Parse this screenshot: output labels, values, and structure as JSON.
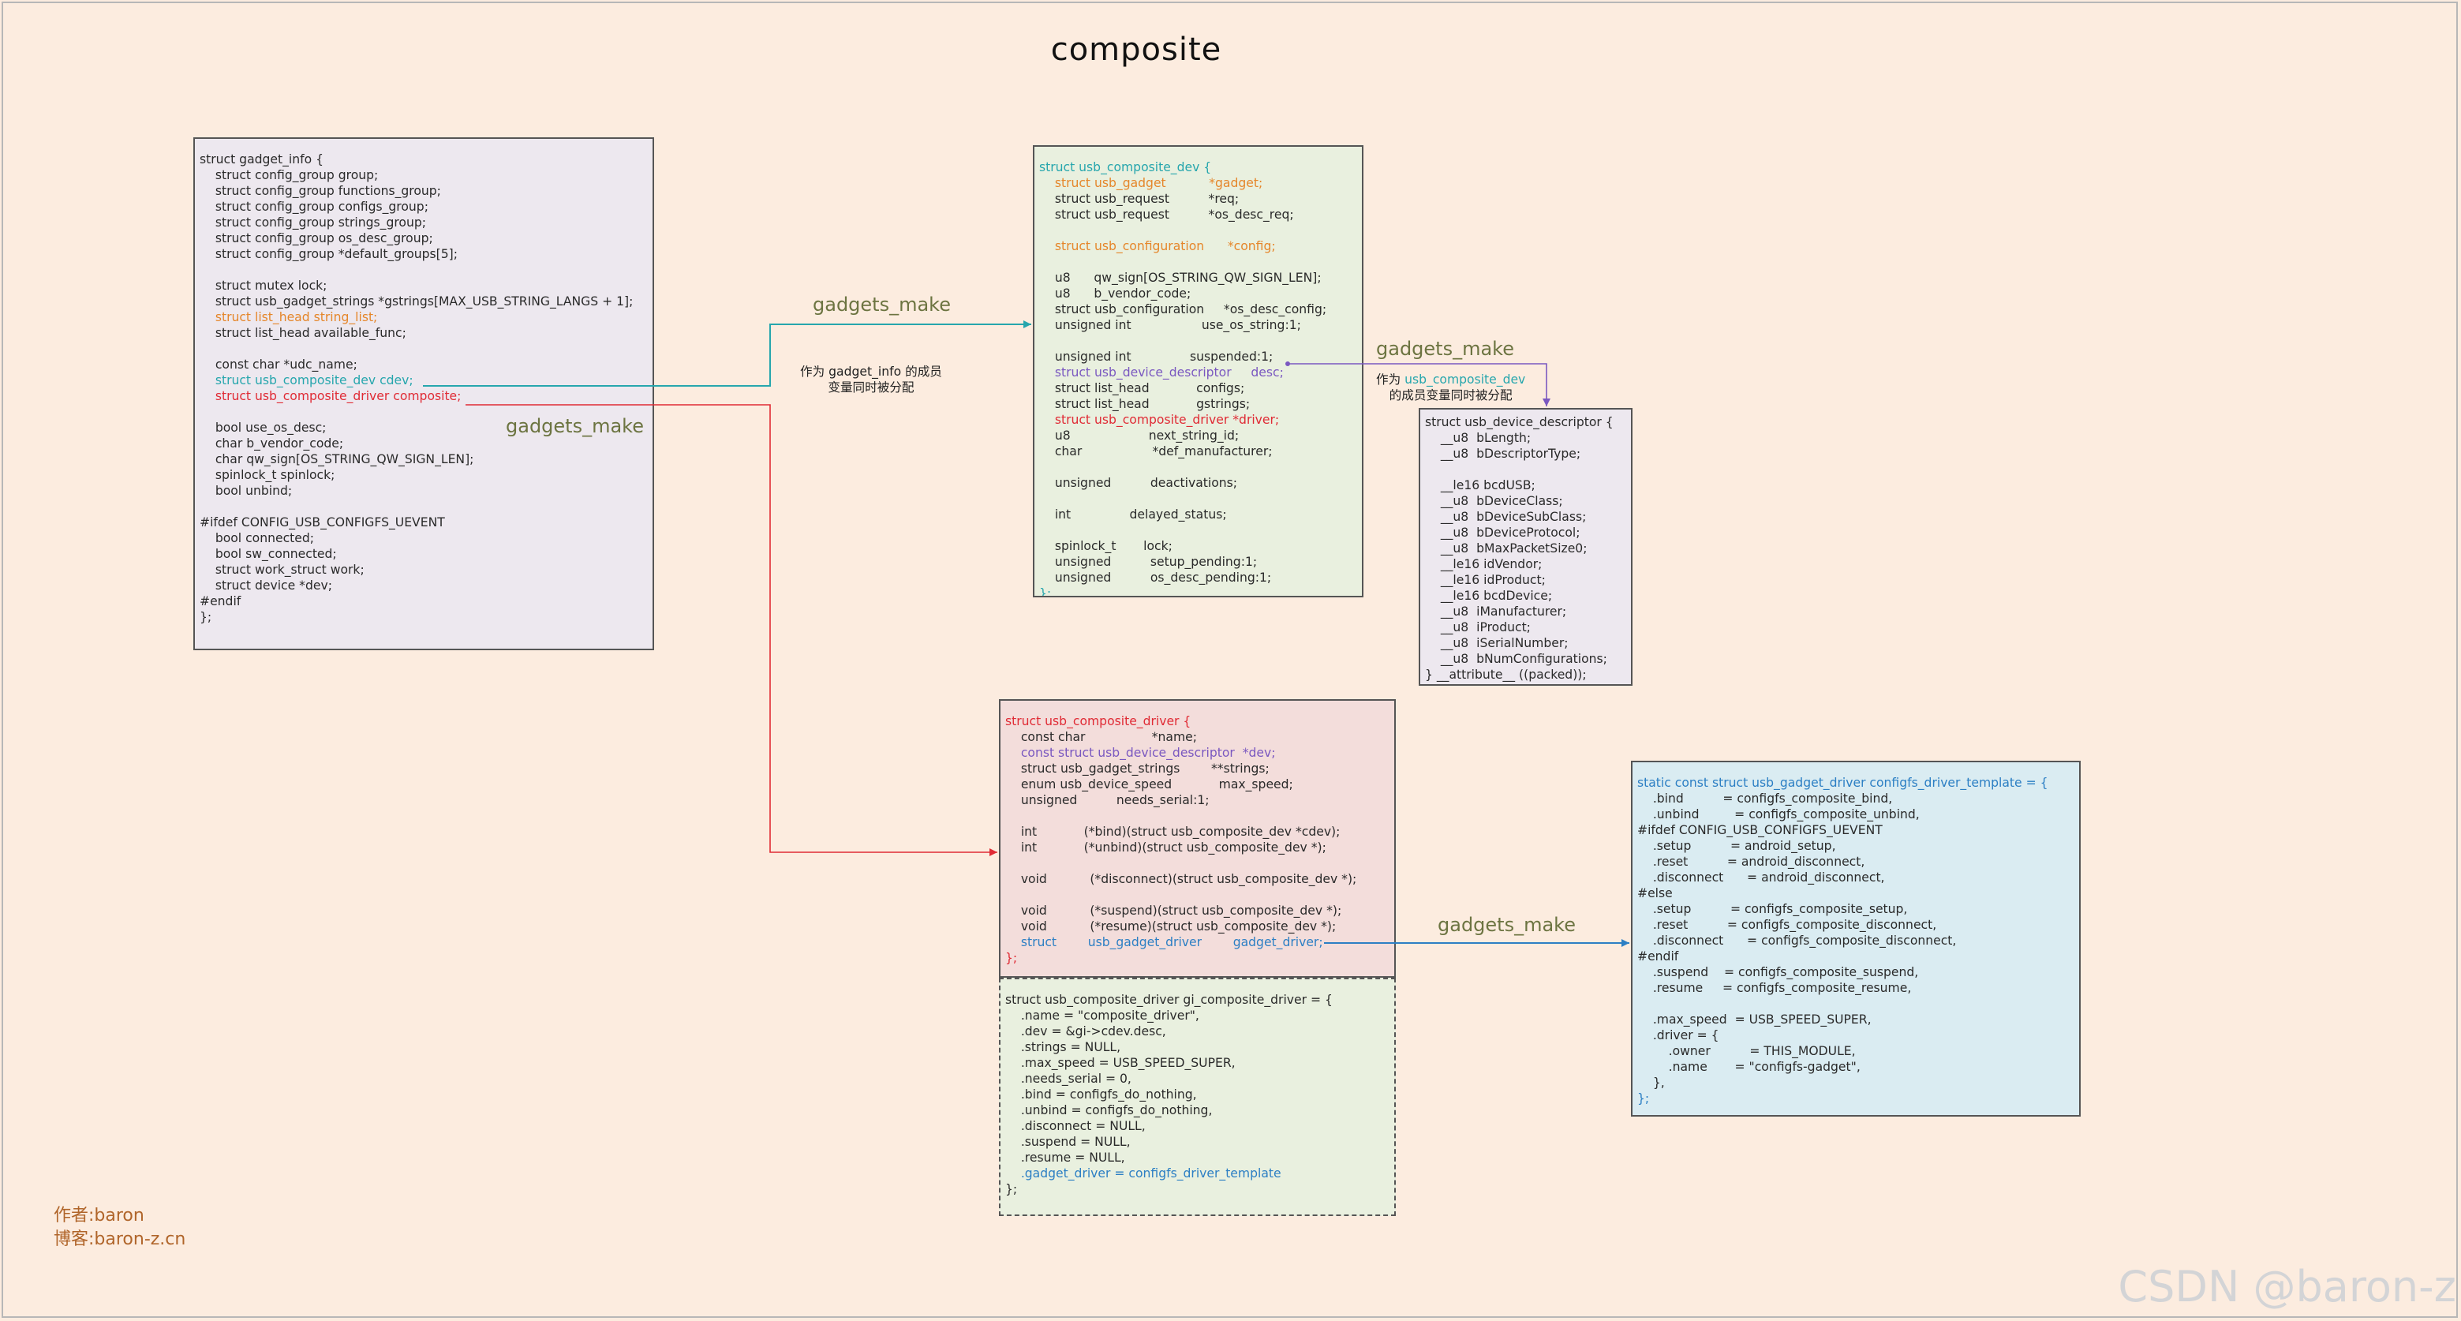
{
  "diagram": {
    "title": "composite",
    "author_line1": "作者:baron",
    "author_line2": "博客:baron-z.cn",
    "watermark": "CSDN @baron-z",
    "colors": {
      "background": "#fcecdf",
      "teal": "#26a6ad",
      "red": "#e02b35",
      "orange": "#e5862a",
      "purple": "#7a58c0",
      "blue": "#2c7fc4",
      "green": "#2f8f3a"
    },
    "edge_labels": [
      "gadgets_make",
      "gadgets_make",
      "gadgets_make",
      "gadgets_make"
    ],
    "notes": {
      "gadget_info_member": [
        "作为 gadget_info 的成员",
        "变量同时被分配"
      ],
      "composite_dev_member_prefix": "作为 ",
      "composite_dev_member_name": "usb_composite_dev",
      "composite_dev_member_line2": "的成员变量同时被分配"
    },
    "nodes": {
      "gadget_info": {
        "lines": [
          {
            "t": "struct gadget_info {",
            "c": "black"
          },
          {
            "t": "    struct config_group group;",
            "c": "black"
          },
          {
            "t": "    struct config_group functions_group;",
            "c": "black"
          },
          {
            "t": "    struct config_group configs_group;",
            "c": "black"
          },
          {
            "t": "    struct config_group strings_group;",
            "c": "black"
          },
          {
            "t": "    struct config_group os_desc_group;",
            "c": "black"
          },
          {
            "t": "    struct config_group *default_groups[5];",
            "c": "black"
          },
          {
            "t": "",
            "c": "black"
          },
          {
            "t": "    struct mutex lock;",
            "c": "black"
          },
          {
            "t": "    struct usb_gadget_strings *gstrings[MAX_USB_STRING_LANGS + 1];",
            "c": "black"
          },
          {
            "t": "    struct list_head string_list;",
            "c": "orange"
          },
          {
            "t": "    struct list_head available_func;",
            "c": "black"
          },
          {
            "t": "",
            "c": "black"
          },
          {
            "t": "    const char *udc_name;",
            "c": "black"
          },
          {
            "t": "    struct usb_composite_dev cdev;",
            "c": "teal"
          },
          {
            "t": "    struct usb_composite_driver composite;",
            "c": "red"
          },
          {
            "t": "",
            "c": "black"
          },
          {
            "t": "    bool use_os_desc;",
            "c": "black"
          },
          {
            "t": "    char b_vendor_code;",
            "c": "black"
          },
          {
            "t": "    char qw_sign[OS_STRING_QW_SIGN_LEN];",
            "c": "black"
          },
          {
            "t": "    spinlock_t spinlock;",
            "c": "black"
          },
          {
            "t": "    bool unbind;",
            "c": "black"
          },
          {
            "t": "",
            "c": "black"
          },
          {
            "t": "#ifdef CONFIG_USB_CONFIGFS_UEVENT",
            "c": "black"
          },
          {
            "t": "    bool connected;",
            "c": "black"
          },
          {
            "t": "    bool sw_connected;",
            "c": "black"
          },
          {
            "t": "    struct work_struct work;",
            "c": "black"
          },
          {
            "t": "    struct device *dev;",
            "c": "black"
          },
          {
            "t": "#endif",
            "c": "black"
          },
          {
            "t": "};",
            "c": "black"
          }
        ]
      },
      "usb_composite_dev": {
        "lines": [
          {
            "t": "struct usb_composite_dev {",
            "c": "teal"
          },
          {
            "t": "    struct usb_gadget           *gadget;",
            "c": "orange"
          },
          {
            "t": "    struct usb_request          *req;",
            "c": "black"
          },
          {
            "t": "    struct usb_request          *os_desc_req;",
            "c": "black"
          },
          {
            "t": "",
            "c": "black"
          },
          {
            "t": "    struct usb_configuration      *config;",
            "c": "orange"
          },
          {
            "t": "",
            "c": "black"
          },
          {
            "t": "    u8      qw_sign[OS_STRING_QW_SIGN_LEN];",
            "c": "black"
          },
          {
            "t": "    u8      b_vendor_code;",
            "c": "black"
          },
          {
            "t": "    struct usb_configuration     *os_desc_config;",
            "c": "black"
          },
          {
            "t": "    unsigned int                  use_os_string:1;",
            "c": "black"
          },
          {
            "t": "",
            "c": "black"
          },
          {
            "t": "    unsigned int               suspended:1;",
            "c": "black"
          },
          {
            "t": "    struct usb_device_descriptor     desc;",
            "c": "purple"
          },
          {
            "t": "    struct list_head            configs;",
            "c": "black"
          },
          {
            "t": "    struct list_head            gstrings;",
            "c": "black"
          },
          {
            "t": "    struct usb_composite_driver *driver;",
            "c": "red"
          },
          {
            "t": "    u8                    next_string_id;",
            "c": "black"
          },
          {
            "t": "    char                  *def_manufacturer;",
            "c": "black"
          },
          {
            "t": "",
            "c": "black"
          },
          {
            "t": "    unsigned          deactivations;",
            "c": "black"
          },
          {
            "t": "",
            "c": "black"
          },
          {
            "t": "    int               delayed_status;",
            "c": "black"
          },
          {
            "t": "",
            "c": "black"
          },
          {
            "t": "    spinlock_t       lock;",
            "c": "black"
          },
          {
            "t": "    unsigned          setup_pending:1;",
            "c": "black"
          },
          {
            "t": "    unsigned          os_desc_pending:1;",
            "c": "black"
          },
          {
            "t": "};",
            "c": "teal"
          }
        ]
      },
      "usb_device_descriptor": {
        "lines": [
          {
            "t": "struct usb_device_descriptor {",
            "c": "black"
          },
          {
            "t": "    __u8  bLength;",
            "c": "black"
          },
          {
            "t": "    __u8  bDescriptorType;",
            "c": "black"
          },
          {
            "t": "",
            "c": "black"
          },
          {
            "t": "    __le16 bcdUSB;",
            "c": "black"
          },
          {
            "t": "    __u8  bDeviceClass;",
            "c": "black"
          },
          {
            "t": "    __u8  bDeviceSubClass;",
            "c": "black"
          },
          {
            "t": "    __u8  bDeviceProtocol;",
            "c": "black"
          },
          {
            "t": "    __u8  bMaxPacketSize0;",
            "c": "black"
          },
          {
            "t": "    __le16 idVendor;",
            "c": "black"
          },
          {
            "t": "    __le16 idProduct;",
            "c": "black"
          },
          {
            "t": "    __le16 bcdDevice;",
            "c": "black"
          },
          {
            "t": "    __u8  iManufacturer;",
            "c": "black"
          },
          {
            "t": "    __u8  iProduct;",
            "c": "black"
          },
          {
            "t": "    __u8  iSerialNumber;",
            "c": "black"
          },
          {
            "t": "    __u8  bNumConfigurations;",
            "c": "black"
          },
          {
            "t": "} __attribute__ ((packed));",
            "c": "black"
          }
        ]
      },
      "usb_composite_driver": {
        "lines": [
          {
            "t": "struct usb_composite_driver {",
            "c": "red"
          },
          {
            "t": "    const char                 *name;",
            "c": "black"
          },
          {
            "t": "    const struct usb_device_descriptor  *dev;",
            "c": "purple"
          },
          {
            "t": "    struct usb_gadget_strings        **strings;",
            "c": "black"
          },
          {
            "t": "    enum usb_device_speed            max_speed;",
            "c": "black"
          },
          {
            "t": "    unsigned          needs_serial:1;",
            "c": "black"
          },
          {
            "t": "",
            "c": "black"
          },
          {
            "t": "    int            (*bind)(struct usb_composite_dev *cdev);",
            "c": "black"
          },
          {
            "t": "    int            (*unbind)(struct usb_composite_dev *);",
            "c": "black"
          },
          {
            "t": "",
            "c": "black"
          },
          {
            "t": "    void           (*disconnect)(struct usb_composite_dev *);",
            "c": "black"
          },
          {
            "t": "",
            "c": "black"
          },
          {
            "t": "    void           (*suspend)(struct usb_composite_dev *);",
            "c": "black"
          },
          {
            "t": "    void           (*resume)(struct usb_composite_dev *);",
            "c": "black"
          },
          {
            "t": "    struct        usb_gadget_driver        gadget_driver;",
            "c": "blue"
          },
          {
            "t": "};",
            "c": "red"
          }
        ]
      },
      "gi_composite_driver": {
        "lines": [
          {
            "t": "struct usb_composite_driver gi_composite_driver = {",
            "c": "black"
          },
          {
            "t": "    .name = \"composite_driver\",",
            "c": "black"
          },
          {
            "t": "    .dev = &gi->cdev.desc,",
            "c": "black"
          },
          {
            "t": "    .strings = NULL,",
            "c": "black"
          },
          {
            "t": "    .max_speed = USB_SPEED_SUPER,",
            "c": "black"
          },
          {
            "t": "    .needs_serial = 0,",
            "c": "black"
          },
          {
            "t": "    .bind = configfs_do_nothing,",
            "c": "black"
          },
          {
            "t": "    .unbind = configfs_do_nothing,",
            "c": "black"
          },
          {
            "t": "    .disconnect = NULL,",
            "c": "black"
          },
          {
            "t": "    .suspend = NULL,",
            "c": "black"
          },
          {
            "t": "    .resume = NULL,",
            "c": "black"
          },
          {
            "t": "    .gadget_driver = configfs_driver_template",
            "c": "blue"
          },
          {
            "t": "};",
            "c": "black"
          }
        ]
      },
      "configfs_driver_template": {
        "lines": [
          {
            "t": "static const struct usb_gadget_driver configfs_driver_template = {",
            "c": "blue"
          },
          {
            "t": "    .bind          = configfs_composite_bind,",
            "c": "black"
          },
          {
            "t": "    .unbind         = configfs_composite_unbind,",
            "c": "black"
          },
          {
            "t": "#ifdef CONFIG_USB_CONFIGFS_UEVENT",
            "c": "black"
          },
          {
            "t": "    .setup          = android_setup,",
            "c": "black"
          },
          {
            "t": "    .reset          = android_disconnect,",
            "c": "black"
          },
          {
            "t": "    .disconnect      = android_disconnect,",
            "c": "black"
          },
          {
            "t": "#else",
            "c": "black"
          },
          {
            "t": "    .setup          = configfs_composite_setup,",
            "c": "black"
          },
          {
            "t": "    .reset          = configfs_composite_disconnect,",
            "c": "black"
          },
          {
            "t": "    .disconnect      = configfs_composite_disconnect,",
            "c": "black"
          },
          {
            "t": "#endif",
            "c": "black"
          },
          {
            "t": "    .suspend    = configfs_composite_suspend,",
            "c": "black"
          },
          {
            "t": "    .resume     = configfs_composite_resume,",
            "c": "black"
          },
          {
            "t": "",
            "c": "black"
          },
          {
            "t": "    .max_speed  = USB_SPEED_SUPER,",
            "c": "black"
          },
          {
            "t": "    .driver = {",
            "c": "black"
          },
          {
            "t": "        .owner          = THIS_MODULE,",
            "c": "black"
          },
          {
            "t": "        .name       = \"configfs-gadget\",",
            "c": "black"
          },
          {
            "t": "    },",
            "c": "black"
          },
          {
            "t": "};",
            "c": "blue"
          }
        ]
      }
    }
  }
}
